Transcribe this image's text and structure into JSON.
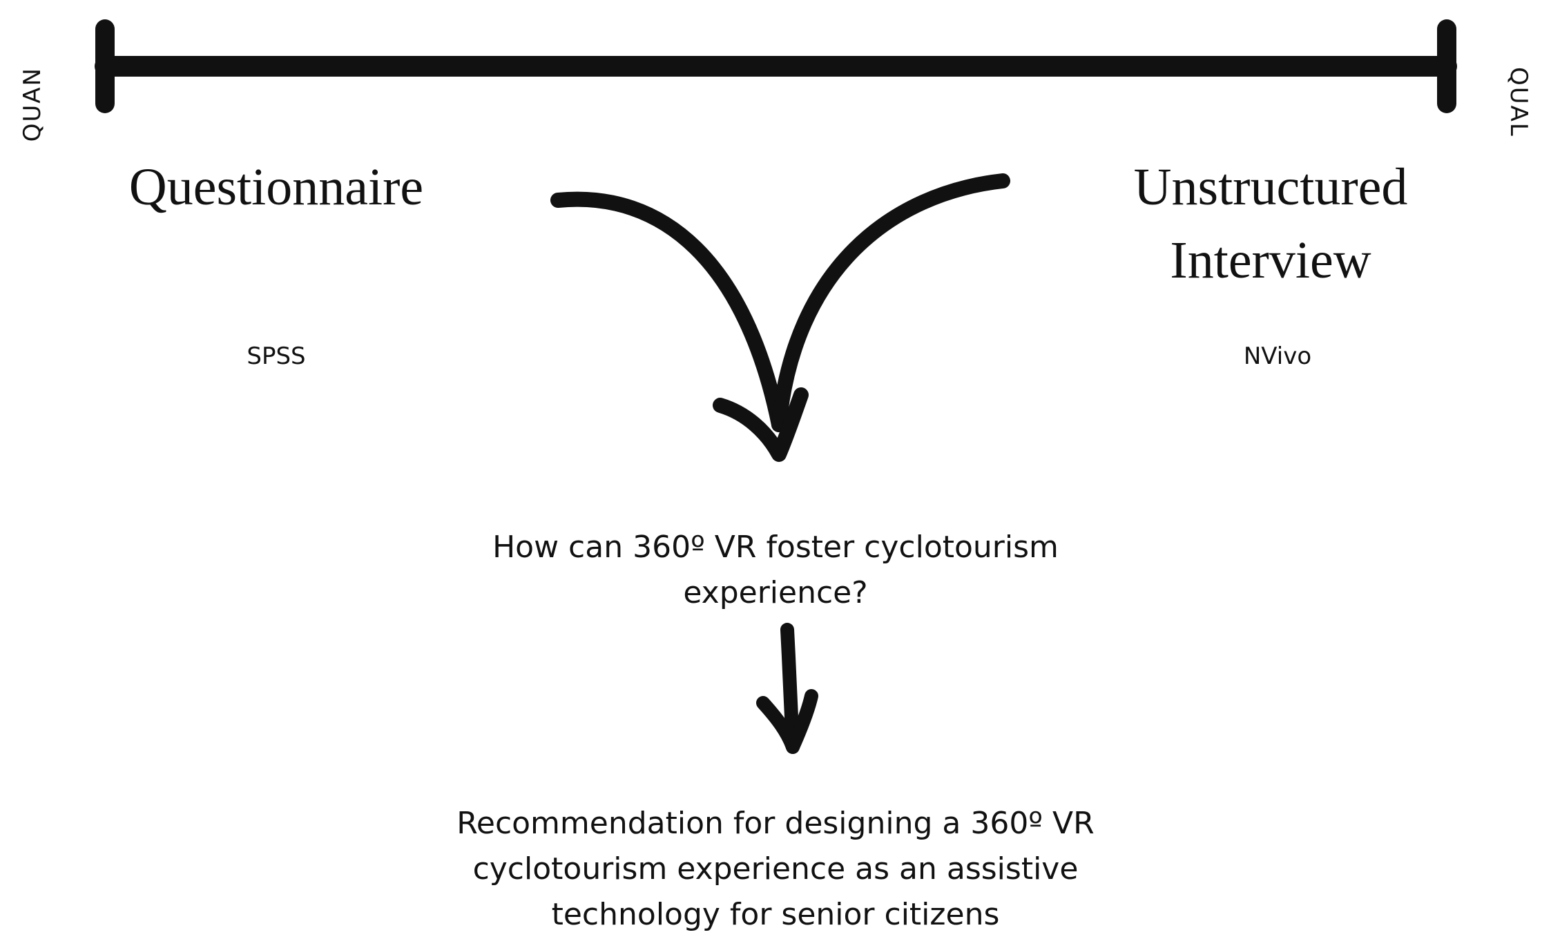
{
  "scale": {
    "left_label": "QUAN",
    "right_label": "QUAL"
  },
  "methods": {
    "quantitative": {
      "title": "Questionnaire",
      "tool": "SPSS"
    },
    "qualitative": {
      "title_line1": "Unstructured",
      "title_line2": "Interview",
      "tool": "NVivo"
    }
  },
  "question": {
    "line1": "How can 360º VR foster cyclotourism",
    "line2": "experience?"
  },
  "recommendation": {
    "line1": "Recommendation for designing a 360º VR",
    "line2": "cyclotourism experience as an assistive",
    "line3": "technology for senior citizens"
  },
  "colors": {
    "ink": "#111111",
    "background": "#ffffff"
  }
}
